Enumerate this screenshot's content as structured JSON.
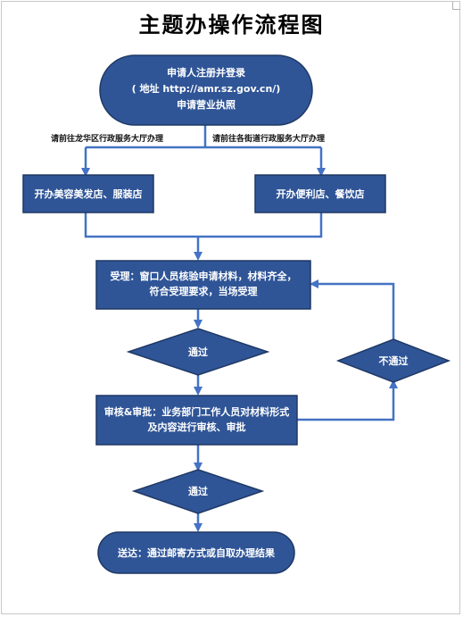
{
  "title": "主题办操作流程图",
  "start": {
    "line1": "申请人注册并登录",
    "line2": "( 地址 http://amr.sz.gov.cn/)",
    "line3": "申请营业执照"
  },
  "branch_left_caption": "请前往龙华区行政服务大厅办理",
  "branch_right_caption": "请前往各街道行政服务大厅办理",
  "box_left": "开办美容美发店、服装店",
  "box_right": "开办便利店、餐饮店",
  "accept": {
    "line1": "受理：窗口人员核验申请材料，材料齐全，",
    "line2": "符合受理要求，当场受理"
  },
  "decision1": "通过",
  "decision_reject": "不通过",
  "review": {
    "line1": "审核&审批：业务部门工作人员对材料形式",
    "line2": "及内容进行审核、审批"
  },
  "decision2": "通过",
  "end": "送达：通过邮寄方式或自取办理结果",
  "colors": {
    "node": "#2f5597",
    "node_border": "#1f3864",
    "arrow": "#4472c4"
  }
}
